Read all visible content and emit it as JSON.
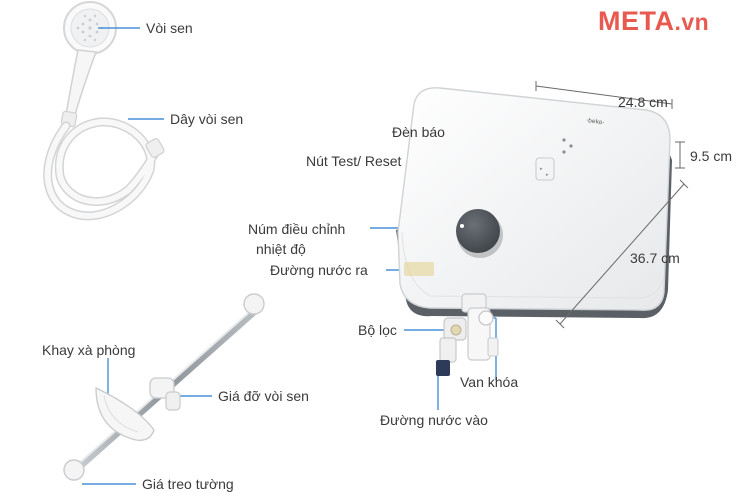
{
  "brand": {
    "name": "META",
    "suffix": ".vn"
  },
  "labels": {
    "shower_head": "Vòi sen",
    "shower_hose": "Dây vòi sen",
    "indicator_light": "Đèn báo",
    "test_reset_button": "Nút Test/ Reset",
    "temp_knob_line1": "Núm điều chỉnh",
    "temp_knob_line2": "nhiệt độ",
    "water_outlet": "Đường nước ra",
    "filter": "Bộ lọc",
    "valve": "Van khóa",
    "water_inlet": "Đường nước vào",
    "soap_tray": "Khay xà phòng",
    "shower_holder": "Giá đỡ vòi sen",
    "wall_rail": "Giá treo tường"
  },
  "dimensions": {
    "width": "24.8 cm",
    "depth": "9.5 cm",
    "height": "36.7 cm"
  },
  "colors": {
    "accent_line": "#4a90d9",
    "brand_red": "#e85a4f",
    "body_white": "#f4f4f4",
    "body_dark": "#5a6066",
    "knob": "#4c5258",
    "rail_metal": "#9aa0a5"
  }
}
